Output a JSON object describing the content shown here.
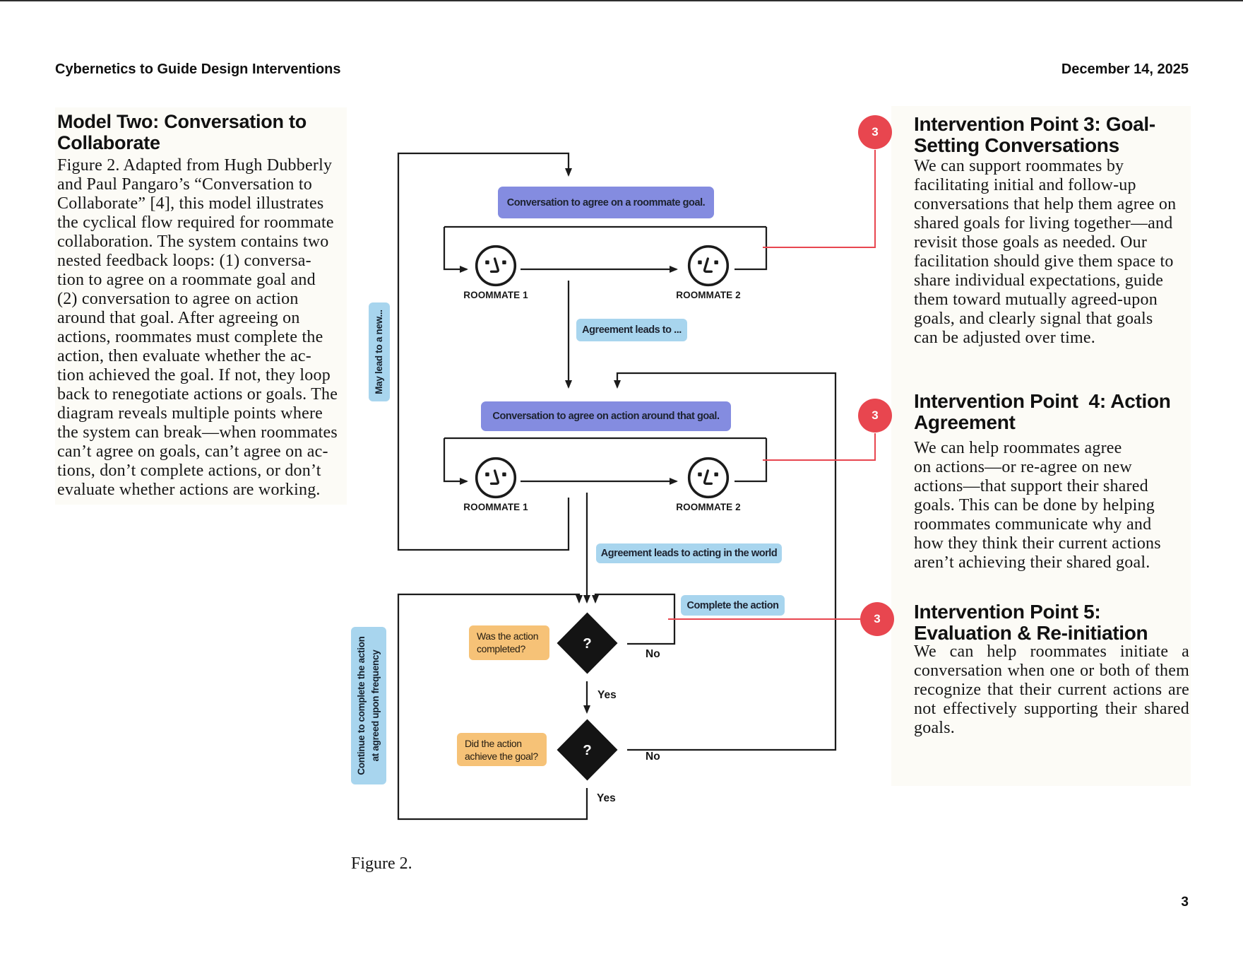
{
  "header": {
    "title": "Cybernetics to Guide Design Interventions",
    "date": "December 14, 2025"
  },
  "left_column": {
    "heading_lines": [
      "Model Two: Conversation to",
      "Collaborate"
    ],
    "body_lines": [
      "Figure 2. Adapted from Hugh Dubberly",
      "and Paul Pangaro’s “Conversation to",
      "Collaborate” [4], this model illustrates",
      "the cyclical flow required for roommate",
      "collaboration. The system contains two",
      "nested feedback loops: (1) conversa-",
      "tion to agree on a roommate goal and",
      "(2) conversation to agree on action",
      "around that goal. After agreeing on",
      "actions, roommates must complete the",
      "action, then evaluate whether the ac-",
      "tion achieved the goal. If not, they loop",
      "back to renegotiate actions or goals. The",
      "diagram reveals multiple points where",
      "the system can break—when roommates",
      "can’t agree on goals, can’t agree on ac-",
      "tions, don’t complete actions, or don’t",
      "evaluate whether actions are working."
    ]
  },
  "right_column": {
    "sections": [
      {
        "badge": "3",
        "heading_lines": [
          "Intervention Point 3: Goal-",
          "Setting Conversations"
        ],
        "body_lines": [
          "We can support roommates by",
          "facilitating initial and follow-up",
          "conversations that help them agree on",
          "shared goals for living together—and",
          "revisit those goals as needed. Our",
          "facilitation should give them space to",
          "share individual expectations, guide",
          "them toward mutually agreed-upon",
          "goals, and clearly signal that goals",
          "can be adjusted over time."
        ]
      },
      {
        "badge": "3",
        "heading_lines": [
          "Intervention Point  4: Action",
          "Agreement"
        ],
        "body_lines": [
          "We can help roommates agree",
          "on actions—or re-agree on new",
          "actions—that support their shared",
          "goals. This can be done by helping",
          "roommates communicate why and",
          "how they think their current actions",
          "aren’t achieving their shared goal."
        ]
      },
      {
        "badge": "3",
        "heading_lines": [
          "Intervention Point 5:",
          "Evaluation & Re-initiation"
        ],
        "body_lines": [
          "We can help roommates initiate a",
          "conversation when one or both of them",
          "recognize that their current actions are",
          "not effectively supporting their shared",
          "goals."
        ]
      }
    ]
  },
  "figure": {
    "caption": "Figure 2.",
    "page_number": "3",
    "labels": {
      "goal_box": "Conversation to agree on a roommate goal.",
      "action_box": "Conversation to agree on action around that goal.",
      "agreement_leads": "Agreement leads to ...",
      "agreement_acting": "Agreement leads to acting in the world",
      "complete_action": "Complete the action",
      "was_completed_lines": [
        "Was the action",
        "completed?"
      ],
      "achieved_goal_lines": [
        "Did the action",
        "achieve the goal?"
      ],
      "may_lead": "May lead to a new...",
      "continue_lines": [
        "Continue to complete the action",
        "at agreed upon frequency"
      ],
      "roommate1": "ROOMMATE 1",
      "roommate2": "ROOMMATE 2",
      "yes": "Yes",
      "no": "No",
      "question_mark": "?"
    },
    "colors": {
      "purple": "#848CE0",
      "light_blue": "#A8D5EE",
      "orange": "#F6C277",
      "red": "#E8464F",
      "line": "#1B1B1B",
      "cream": "#FCFBF6"
    }
  }
}
